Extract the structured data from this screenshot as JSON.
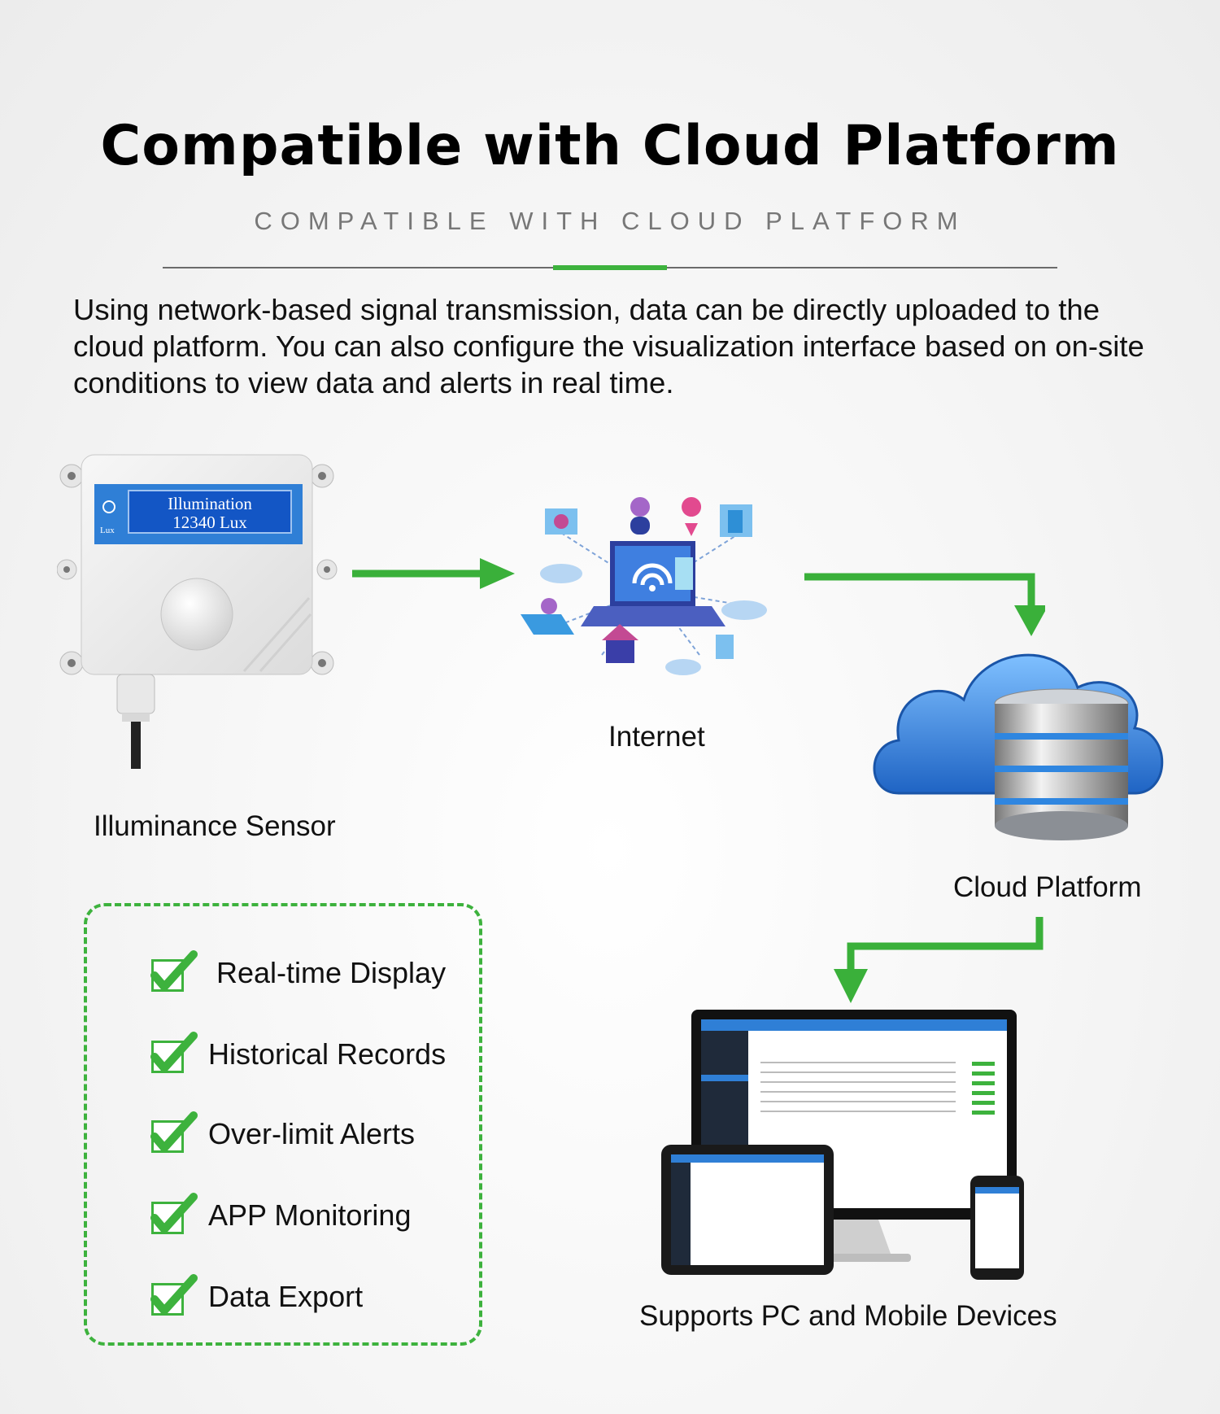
{
  "header": {
    "title": "Compatible with Cloud Platform",
    "subtitle": "COMPATIBLE WITH CLOUD PLATFORM"
  },
  "intro": "Using network-based signal transmission, data can be directly uploaded to the cloud platform. You can also configure the visualization interface based on on-site conditions to view data and alerts in real time.",
  "sensor": {
    "label": "Illuminance Sensor",
    "display_line1": "Illumination",
    "display_line2": "12340  Lux",
    "display_unit": "Lux"
  },
  "internet": {
    "label": "Internet"
  },
  "cloud": {
    "label": "Cloud Platform"
  },
  "devices": {
    "label": "Supports PC and Mobile Devices"
  },
  "features": [
    "Real-time Display",
    "Historical Records",
    "Over-limit Alerts",
    "APP Monitoring",
    "Data Export"
  ],
  "colors": {
    "accent": "#3db23d",
    "arrow": "#3ab03a",
    "panel_blue": "#2f7fd6"
  }
}
